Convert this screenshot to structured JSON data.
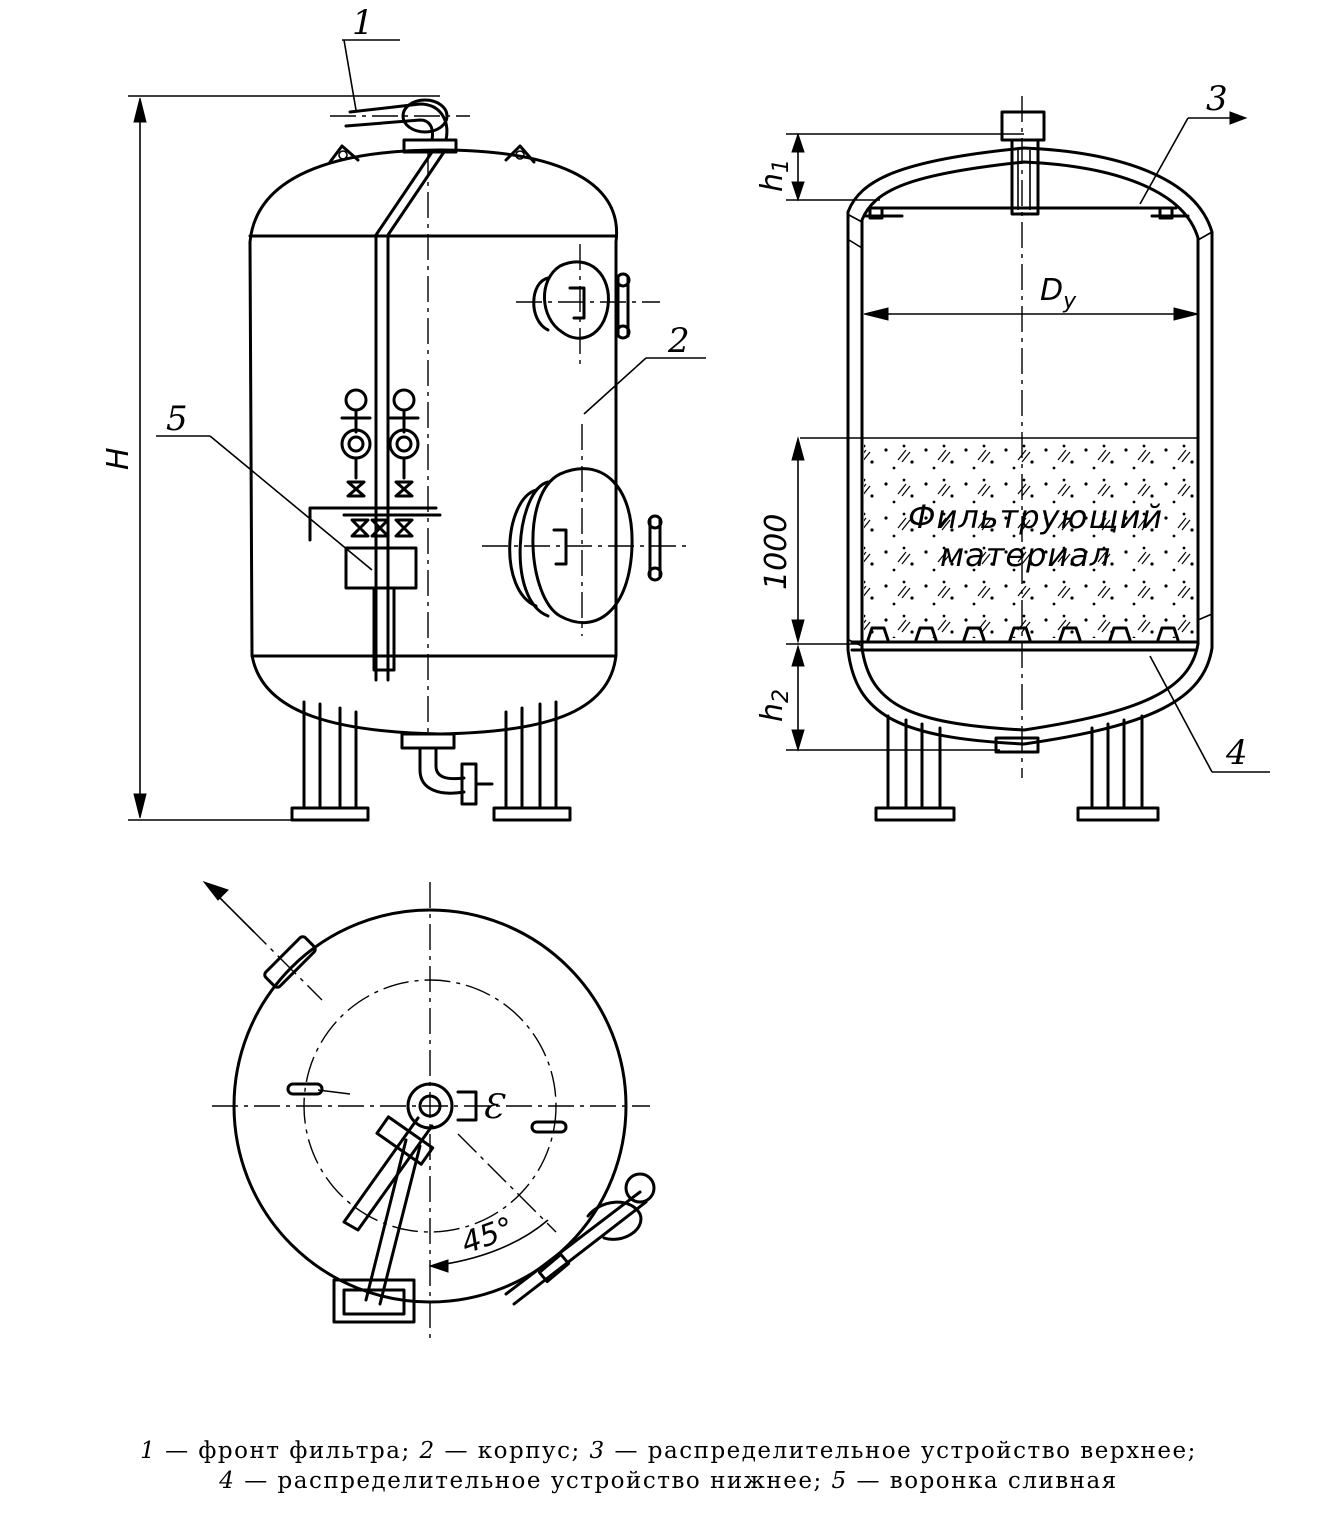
{
  "labels": {
    "n1": "1",
    "n2": "2",
    "n3": "3",
    "n4": "4",
    "n5": "5",
    "height": "H",
    "h1": "h",
    "h1_sub": "1",
    "h2": "h",
    "h2_sub": "2",
    "diameter": "D",
    "diameter_sub": "y",
    "bed_height": "1000",
    "angle": "45°"
  },
  "material": {
    "line1": "Фильтрующий",
    "line2": "материал"
  },
  "caption": {
    "row1": [
      {
        "num": "1",
        "text": " — фронт фильтра; "
      },
      {
        "num": "2",
        "text": " — корпус; "
      },
      {
        "num": "3",
        "text": " — распределительное устройство верхнее;"
      }
    ],
    "row2": [
      {
        "num": "4",
        "text": " — распределительное устройство нижнее; "
      },
      {
        "num": "5",
        "text": " — воронка сливная"
      }
    ]
  }
}
